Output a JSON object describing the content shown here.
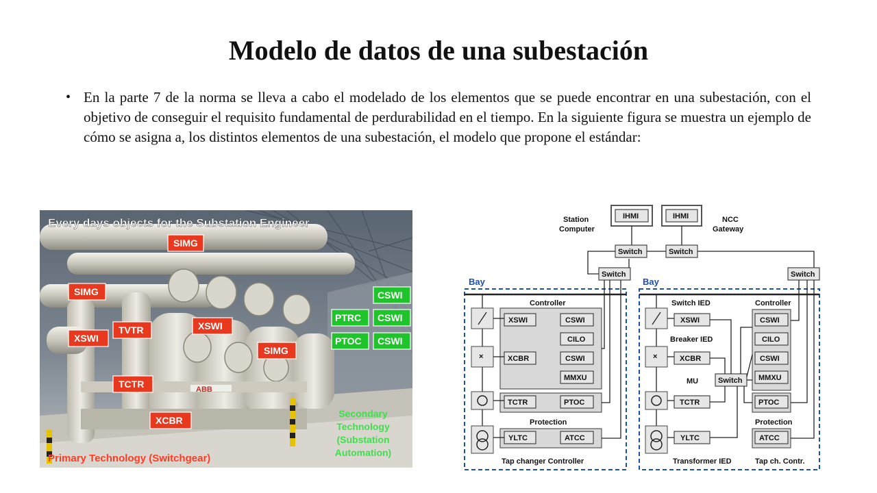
{
  "title": "Modelo de datos de una subestación",
  "bullet": "En la parte 7 de la norma se lleva a cabo el modelado de los elementos que se puede encontrar en una subestación, con el objetivo de conseguir el requisito fundamental de perdurabilidad en el tiempo. En la siguiente figura se muestra un ejemplo de cómo se asigna a, los distintos elementos de una subestación, el modelo que propone el estándar:",
  "photo": {
    "heading": "Every days objects for the Substation Engineer",
    "primary_caption": "Primary Technology (Switchgear)",
    "secondary_caption": [
      "Secondary",
      "Technology",
      "(Substation",
      "Automation)"
    ],
    "logo": "ABB",
    "red_labels": [
      "SIMG",
      "SIMG",
      "XSWI",
      "TVTR",
      "XSWI",
      "SIMG",
      "TCTR",
      "XCBR"
    ],
    "green_labels": [
      "CSWI",
      "PTRC",
      "CSWI",
      "PTOC",
      "CSWI"
    ]
  },
  "diagram": {
    "station_computer": [
      "Station",
      "Computer"
    ],
    "ncc_gateway": [
      "NCC",
      "Gateway"
    ],
    "ihmi": [
      "IHMI",
      "IHMI"
    ],
    "switch": "Switch",
    "bay": "Bay",
    "left_bay": {
      "controller": "Controller",
      "protection": "Protection",
      "tap_changer": "Tap changer Controller",
      "boxes": [
        "XSWI",
        "CSWI",
        "CILO",
        "XCBR",
        "CSWI",
        "MMXU",
        "TCTR",
        "PTOC",
        "YLTC",
        "ATCC"
      ]
    },
    "right_bay": {
      "switch_ied": "Switch IED",
      "breaker_ied": "Breaker IED",
      "mu": "MU",
      "controller": "Controller",
      "protection": "Protection",
      "transformer_ied": "Transformer IED",
      "tap_ch_contr": "Tap ch. Contr.",
      "boxes": [
        "XSWI",
        "XCBR",
        "TCTR",
        "YLTC",
        "CSWI",
        "CILO",
        "CSWI",
        "MMXU",
        "PTOC",
        "ATCC"
      ]
    }
  }
}
